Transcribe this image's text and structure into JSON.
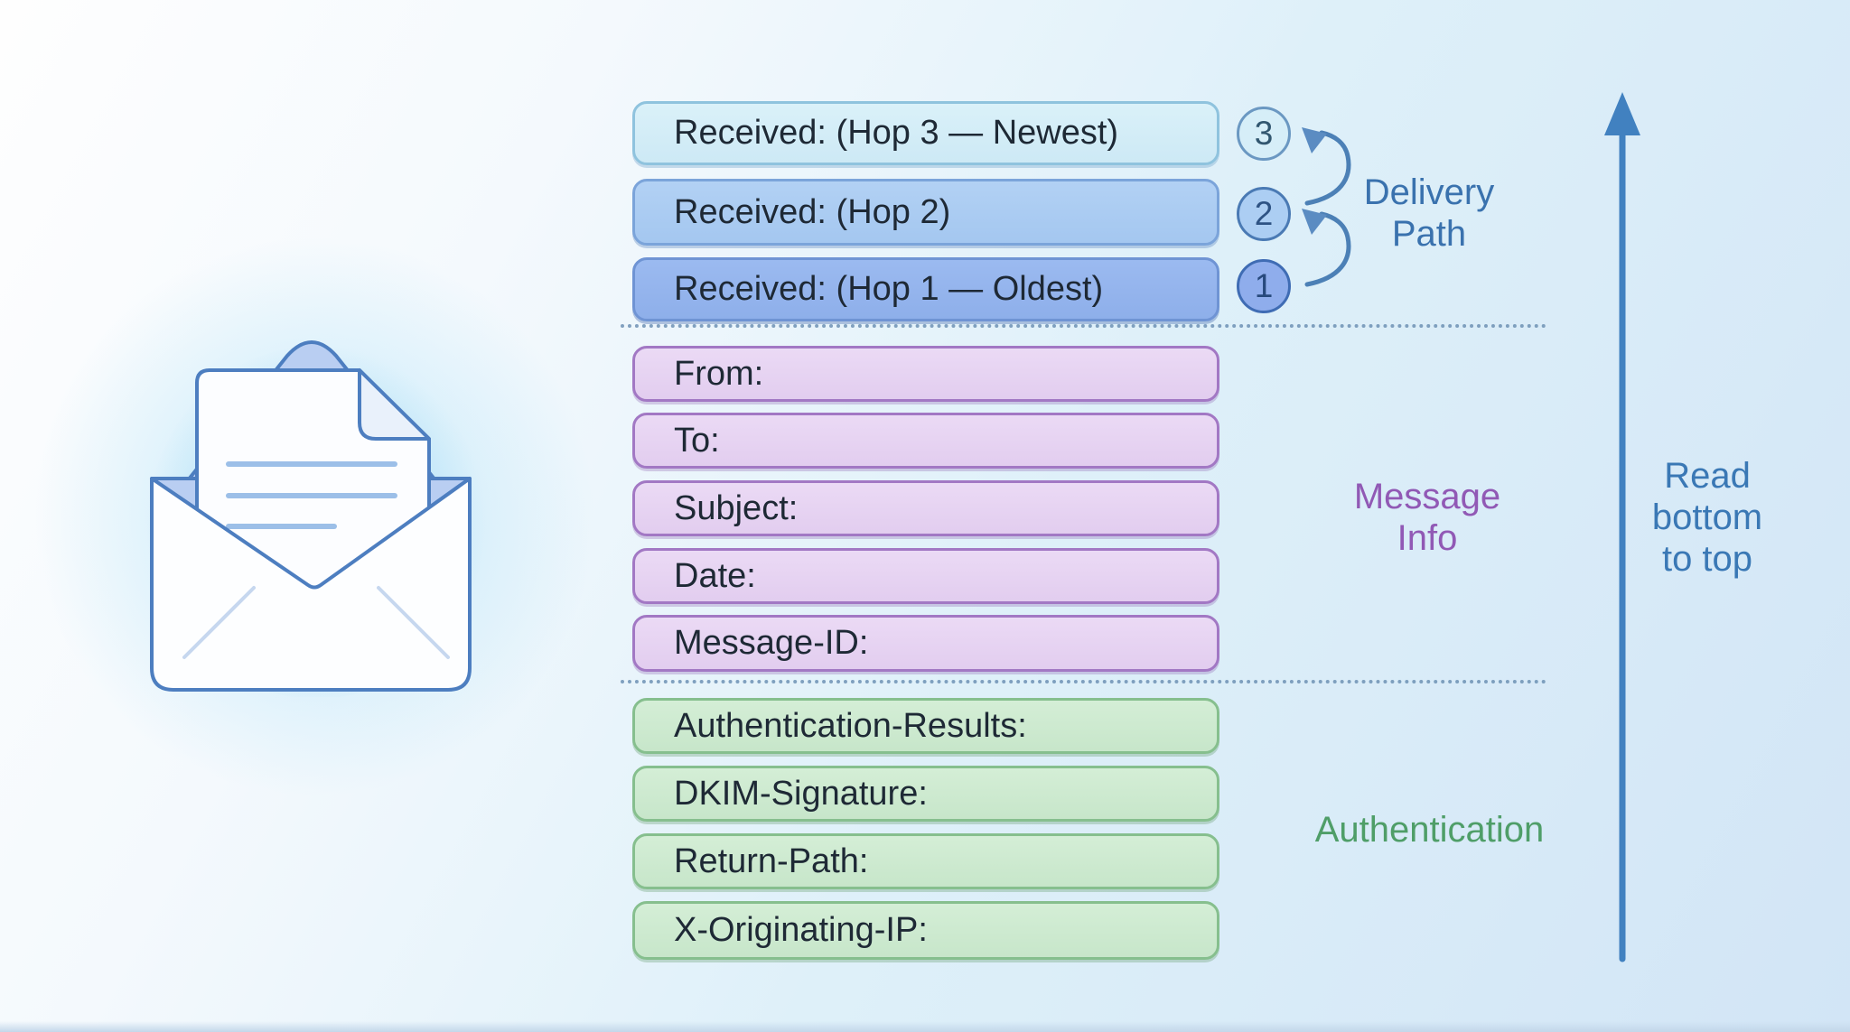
{
  "sections": {
    "delivery_path": {
      "label_lines": [
        "Delivery",
        "Path"
      ],
      "hops": [
        {
          "label": "Received: (Hop 3 — Newest)",
          "number": "3"
        },
        {
          "label": "Received: (Hop 2)",
          "number": "2"
        },
        {
          "label": "Received: (Hop 1 — Oldest)",
          "number": "1"
        }
      ]
    },
    "message_info": {
      "label_lines": [
        "Message",
        "Info"
      ],
      "fields": [
        "From:",
        "To:",
        "Subject:",
        "Date:",
        "Message-ID:"
      ]
    },
    "authentication": {
      "label": "Authentication",
      "fields": [
        "Authentication-Results:",
        "DKIM-Signature:",
        "Return-Path:",
        "X-Originating-IP:"
      ]
    },
    "read_note_lines": [
      "Read",
      "bottom",
      "to top"
    ]
  },
  "icons": {
    "envelope": "open-envelope-with-letter",
    "hop_link": "curved-arrow-up",
    "read_direction": "straight-arrow-up"
  },
  "palette": {
    "hop3_fill": "#cde9f5",
    "hop3_border": "#8fc3de",
    "hop2_fill": "#a4c7f0",
    "hop2_border": "#7ba4da",
    "hop1_fill": "#8eafea",
    "hop1_border": "#6f94d4",
    "message_fill": "#e2cdef",
    "message_border": "#a278c4",
    "auth_fill": "#c7e6ca",
    "auth_border": "#86bf8e",
    "delivery_label_color": "#3a72ae",
    "message_label_color": "#9159b5",
    "auth_label_color": "#4f9e68",
    "read_note_color": "#3a78b5",
    "arrow_color": "#4181c0",
    "box_text_color": "#1e2935"
  }
}
